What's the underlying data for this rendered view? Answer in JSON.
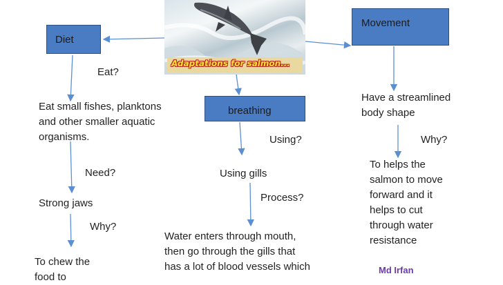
{
  "photo": {
    "caption": "Adaptations for salmon..."
  },
  "boxes": {
    "diet": "Diet",
    "movement": "Movement",
    "breathing": "breathing"
  },
  "diet": {
    "q1": "Eat?",
    "a1": "Eat small fishes, planktons\nand other smaller aquatic\norganisms.",
    "q2": "Need?",
    "a2": "Strong jaws",
    "q3": "Why?",
    "a3": "To chew the\nfood to"
  },
  "breathing": {
    "q1": "Using?",
    "a1": "Using gills",
    "q2": "Process?",
    "a2": "Water enters through mouth,\nthen go through the gills that\nhas a lot of blood vessels which"
  },
  "movement": {
    "a1": "Have a streamlined\nbody shape",
    "q1": "Why?",
    "a2": "To helps the\nsalmon to move\nforward and it\nhelps to cut\nthrough water\nresistance"
  },
  "author": "Md Irfan",
  "colors": {
    "box_fill": "#4a7cc4",
    "box_border": "#2a4f86",
    "arrow": "#5b8fd0",
    "author": "#6a3aa8"
  }
}
